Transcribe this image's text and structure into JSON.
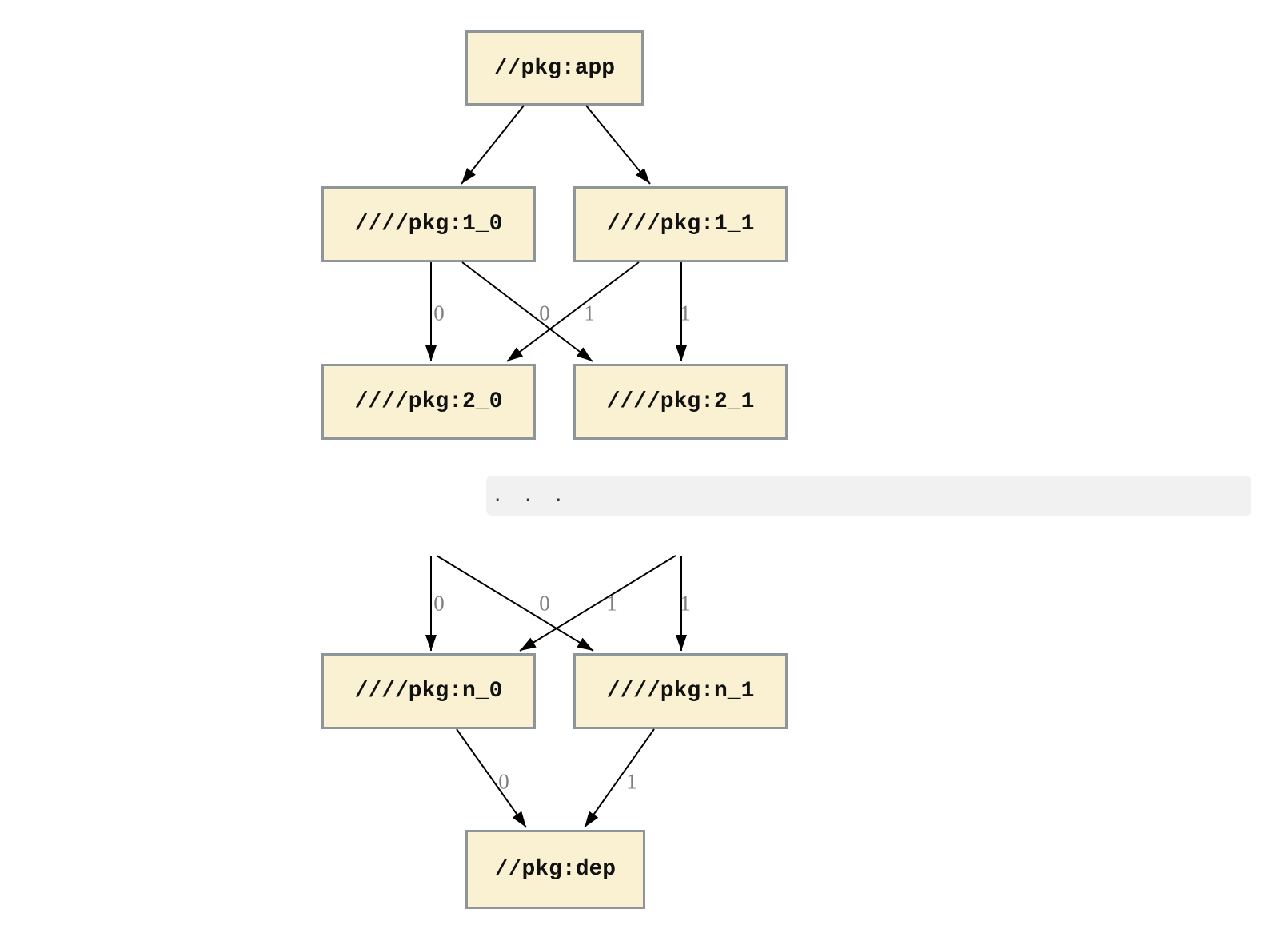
{
  "diagram": {
    "type": "dependency-graph",
    "direction": "top-down",
    "nodes": [
      {
        "id": "app",
        "label": "//pkg:app"
      },
      {
        "id": "1_0",
        "label": "////pkg:1_0"
      },
      {
        "id": "1_1",
        "label": "////pkg:1_1"
      },
      {
        "id": "2_0",
        "label": "////pkg:2_0"
      },
      {
        "id": "2_1",
        "label": "////pkg:2_1"
      },
      {
        "id": "n_0",
        "label": "////pkg:n_0"
      },
      {
        "id": "n_1",
        "label": "////pkg:n_1"
      },
      {
        "id": "dep",
        "label": "//pkg:dep"
      }
    ],
    "ellipsis": {
      "text": ". . ."
    },
    "edges": [
      {
        "from": "app",
        "to": "1_0",
        "label": ""
      },
      {
        "from": "app",
        "to": "1_1",
        "label": ""
      },
      {
        "from": "1_0",
        "to": "2_0",
        "label": "0"
      },
      {
        "from": "1_0",
        "to": "2_1",
        "label": "1"
      },
      {
        "from": "1_1",
        "to": "2_0",
        "label": "0"
      },
      {
        "from": "1_1",
        "to": "2_1",
        "label": "1"
      },
      {
        "from": "ellipsis",
        "to": "n_0",
        "label": "0"
      },
      {
        "from": "ellipsis",
        "to": "n_1",
        "label": "1"
      },
      {
        "from": "ellipsis",
        "to": "n_0",
        "label": "0"
      },
      {
        "from": "ellipsis",
        "to": "n_1",
        "label": "1"
      },
      {
        "from": "n_0",
        "to": "dep",
        "label": "0"
      },
      {
        "from": "n_1",
        "to": "dep",
        "label": "1"
      }
    ],
    "colors": {
      "node_fill": "#faf0d2",
      "node_border": "#8e969b",
      "node_text": "#111111",
      "edge": "#000000",
      "edge_label": "#7f7f7f",
      "ellipsis_bar_bg": "#f1f1f1",
      "ellipsis_text": "#333333",
      "background": "#ffffff"
    }
  }
}
